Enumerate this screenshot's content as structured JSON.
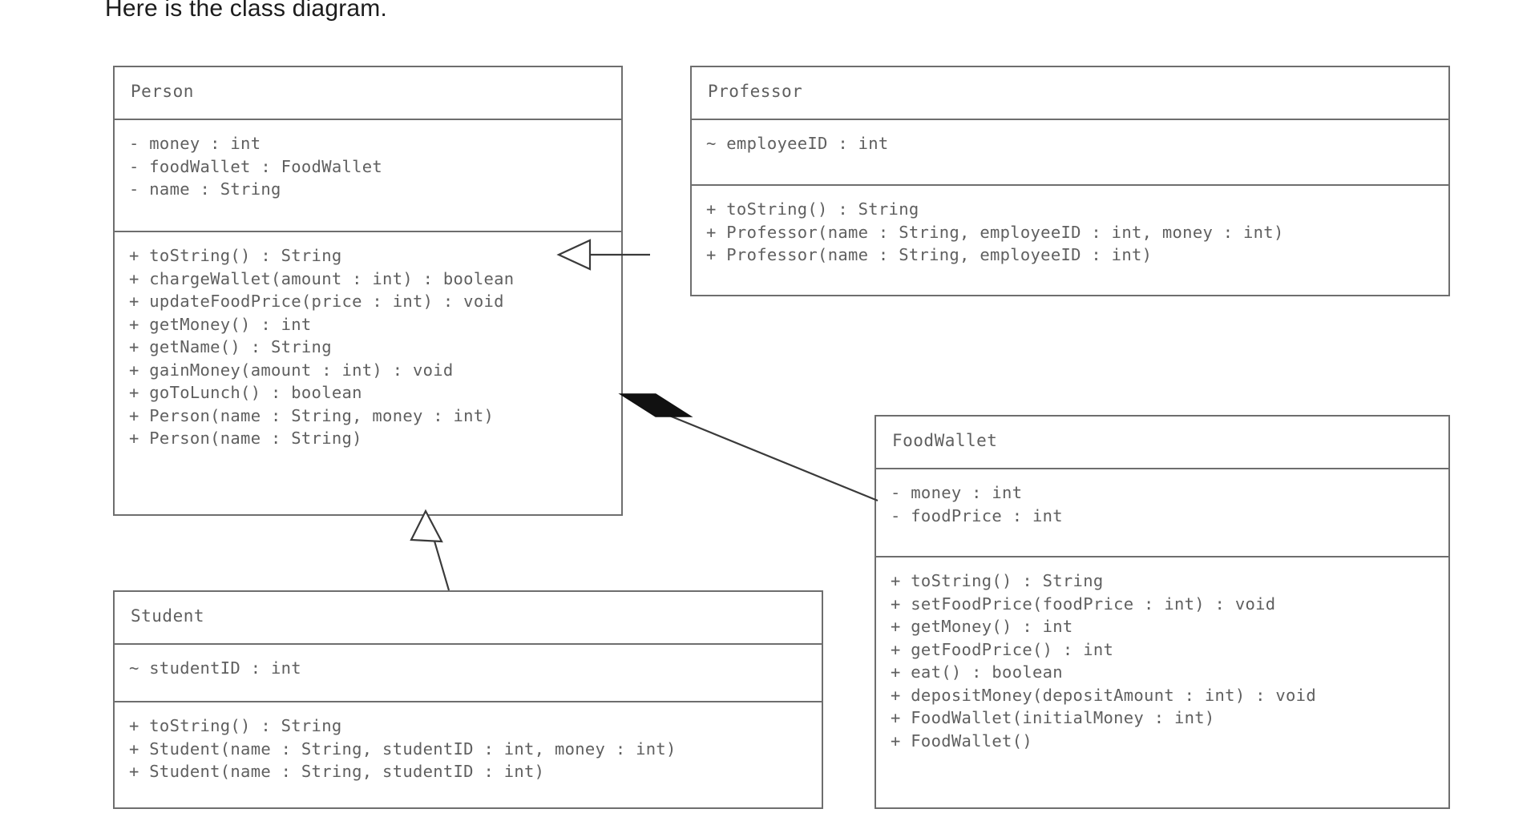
{
  "caption": "Here is the class diagram.",
  "diagram": {
    "type": "uml-class-diagram",
    "classes": [
      {
        "id": "person",
        "name": "Person",
        "attributes": [
          "- money : int",
          "- foodWallet : FoodWallet",
          "- name : String"
        ],
        "methods": [
          "+ toString() : String",
          "+ chargeWallet(amount : int) : boolean",
          "+ updateFoodPrice(price : int) : void",
          "+ getMoney() : int",
          "+ getName() : String",
          "+ gainMoney(amount : int) : void",
          "+ goToLunch() : boolean",
          "+ Person(name : String, money : int)",
          "+ Person(name : String)"
        ]
      },
      {
        "id": "professor",
        "name": "Professor",
        "attributes": [
          "~ employeeID : int"
        ],
        "methods": [
          "+ toString() : String",
          "+ Professor(name : String, employeeID : int, money : int)",
          "+ Professor(name : String, employeeID : int)"
        ]
      },
      {
        "id": "student",
        "name": "Student",
        "attributes": [
          "~ studentID : int"
        ],
        "methods": [
          "+ toString() : String",
          "+ Student(name : String, studentID : int, money : int)",
          "+ Student(name : String, studentID : int)"
        ]
      },
      {
        "id": "foodwallet",
        "name": "FoodWallet",
        "attributes": [
          "- money : int",
          "- foodPrice : int"
        ],
        "methods": [
          "+ toString() : String",
          "+ setFoodPrice(foodPrice : int) : void",
          "+ getMoney() : int",
          "+ getFoodPrice() : int",
          "+ eat() : boolean",
          "+ depositMoney(depositAmount : int) : void",
          "+ FoodWallet(initialMoney : int)",
          "+ FoodWallet()"
        ]
      }
    ],
    "relationships": [
      {
        "id": "professor-inherits-person",
        "kind": "generalization",
        "from": "Professor",
        "to": "Person",
        "marker": "hollow-triangle"
      },
      {
        "id": "student-inherits-person",
        "kind": "generalization",
        "from": "Student",
        "to": "Person",
        "marker": "hollow-triangle"
      },
      {
        "id": "person-composes-foodwallet",
        "kind": "composition",
        "from": "Person",
        "to": "FoodWallet",
        "marker": "filled-diamond"
      }
    ],
    "colors": {
      "border": "#6e6e6e",
      "text": "#5f5f5f",
      "caption": "#1c1c1c",
      "connector": "#3a3a3a",
      "background": "#ffffff"
    }
  }
}
